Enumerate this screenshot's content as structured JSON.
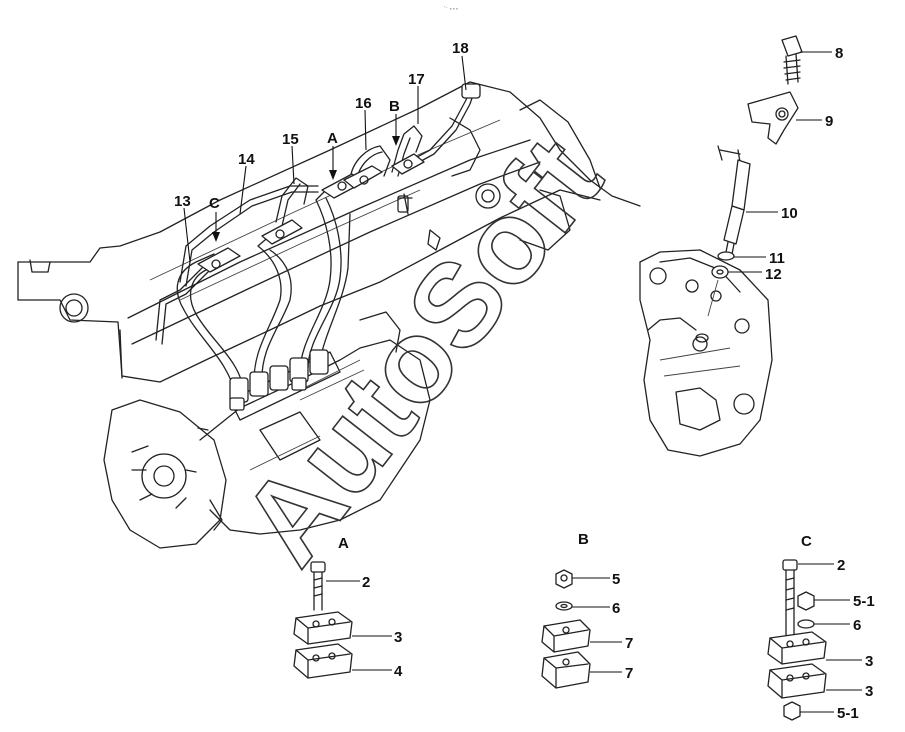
{
  "top_mark": "’⁻ ∘∘∘",
  "watermark": "AutoSoft",
  "callouts": {
    "c8": "8",
    "c9": "9",
    "c10": "10",
    "c11": "11",
    "c12": "12",
    "c13": "13",
    "c14": "14",
    "c15": "15",
    "c16": "16",
    "c17": "17",
    "c18": "18",
    "marker_a": "A",
    "marker_b": "B",
    "marker_c": "C"
  },
  "detail_a": {
    "title": "A",
    "labels": {
      "bolt": "2",
      "upper_clamp": "3",
      "lower_clamp": "4"
    }
  },
  "detail_b": {
    "title": "B",
    "labels": {
      "nut": "5",
      "washer": "6",
      "upper_clamp": "7",
      "lower_clamp": "7"
    }
  },
  "detail_c": {
    "title": "C",
    "labels": {
      "bolt": "2",
      "nut": "5-1",
      "washer": "6",
      "upper_clamp": "3",
      "lower_clamp": "3",
      "bottom_nut": "5-1"
    }
  }
}
